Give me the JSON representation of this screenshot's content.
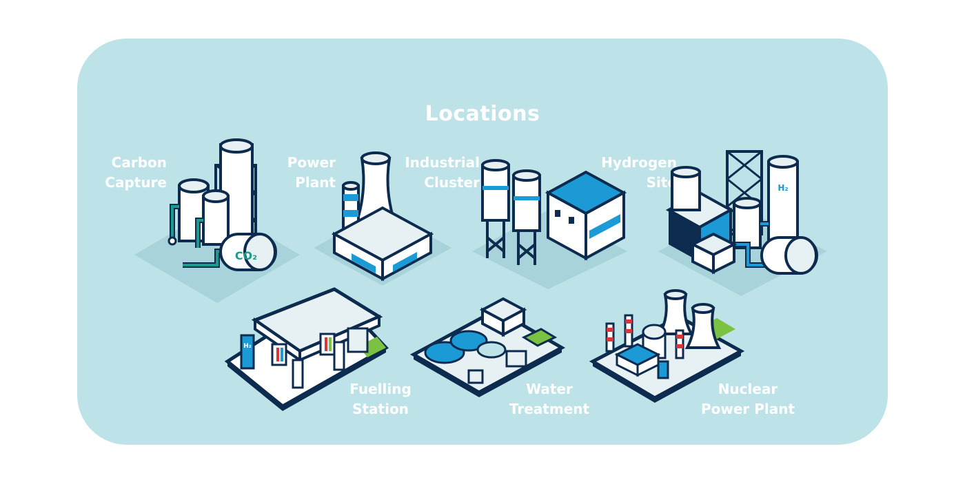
{
  "title": "Locations",
  "locations": [
    {
      "label": "Carbon\nCapture",
      "tag": "CO₂"
    },
    {
      "label": "Power\nPlant"
    },
    {
      "label": "Industrial\nCluster"
    },
    {
      "label": "Hydrogen\nSite",
      "tag": "H₂"
    },
    {
      "label": "Fuelling\nStation",
      "tag": "H₂"
    },
    {
      "label": "Water\nTreatment"
    },
    {
      "label": "Nuclear\nPower Plant"
    }
  ],
  "colors": {
    "panel": "#bde3e8",
    "outline": "#0d2b4e",
    "blue": "#1c9ad6",
    "teal": "#1a9b8c",
    "shadow": "#a8d3da",
    "light": "#e7f1f4",
    "red": "#d7363b",
    "green": "#7cc242"
  }
}
